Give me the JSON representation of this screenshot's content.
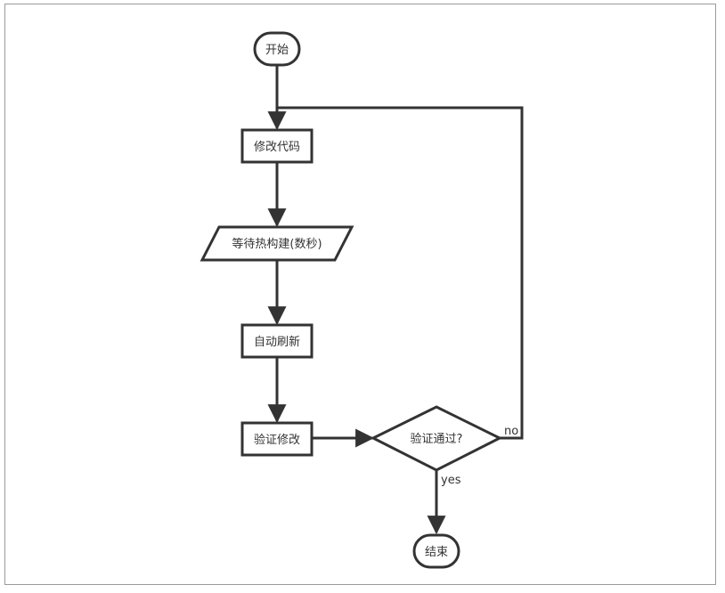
{
  "diagram": {
    "nodes": {
      "start": "开始",
      "modify": "修改代码",
      "wait": "等待热构建(数秒)",
      "refresh": "自动刷新",
      "verify": "验证修改",
      "decision": "验证通过?",
      "end": "结束"
    },
    "edges": {
      "no": "no",
      "yes": "yes"
    },
    "colors": {
      "stroke": "#333333",
      "fill": "#ffffff",
      "frame": "#9a9a9a"
    }
  }
}
